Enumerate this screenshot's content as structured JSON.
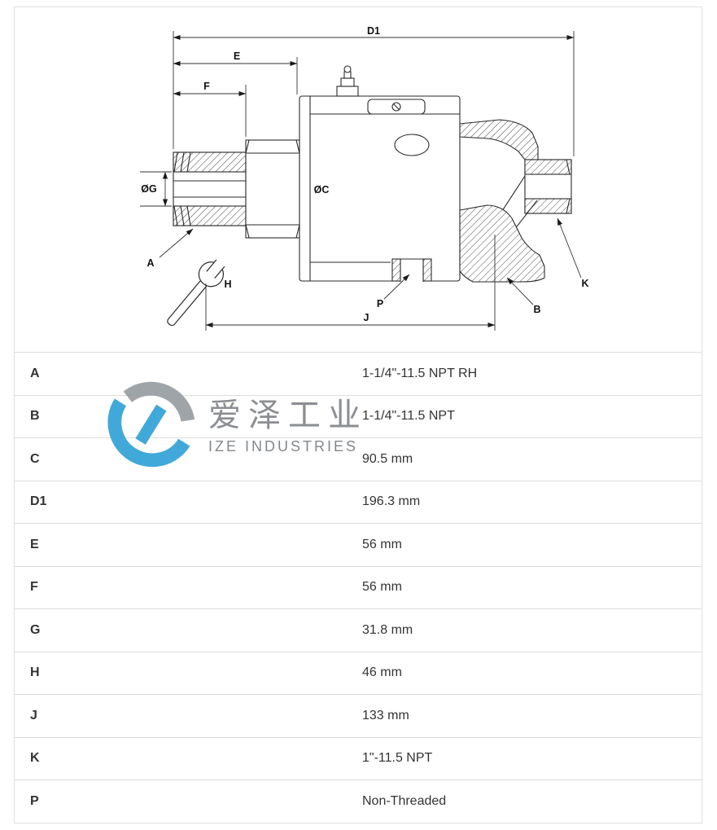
{
  "page": {
    "background": "#ffffff",
    "border_color": "#e0e0e0"
  },
  "drawing": {
    "labels": {
      "d1": "D1",
      "e": "E",
      "f": "F",
      "g": "ØG",
      "c": "ØC",
      "a": "A",
      "h": "H",
      "p": "P",
      "j": "J",
      "b": "B",
      "k": "K"
    }
  },
  "watermark": {
    "cn": "爱泽工业",
    "en": "IZE INDUSTRIES",
    "blue": "#37a5d7",
    "gray": "#9aa0a5"
  },
  "spec_table": {
    "rows": [
      {
        "key": "A",
        "value": "1-1/4\"-11.5 NPT RH"
      },
      {
        "key": "B",
        "value": "1-1/4\"-11.5 NPT"
      },
      {
        "key": "C",
        "value": "90.5 mm"
      },
      {
        "key": "D1",
        "value": "196.3 mm"
      },
      {
        "key": "E",
        "value": "56 mm"
      },
      {
        "key": "F",
        "value": "56 mm"
      },
      {
        "key": "G",
        "value": "31.8 mm"
      },
      {
        "key": "H",
        "value": "46 mm"
      },
      {
        "key": "J",
        "value": "133 mm"
      },
      {
        "key": "K",
        "value": "1\"-11.5 NPT"
      },
      {
        "key": "P",
        "value": "Non-Threaded"
      }
    ]
  }
}
